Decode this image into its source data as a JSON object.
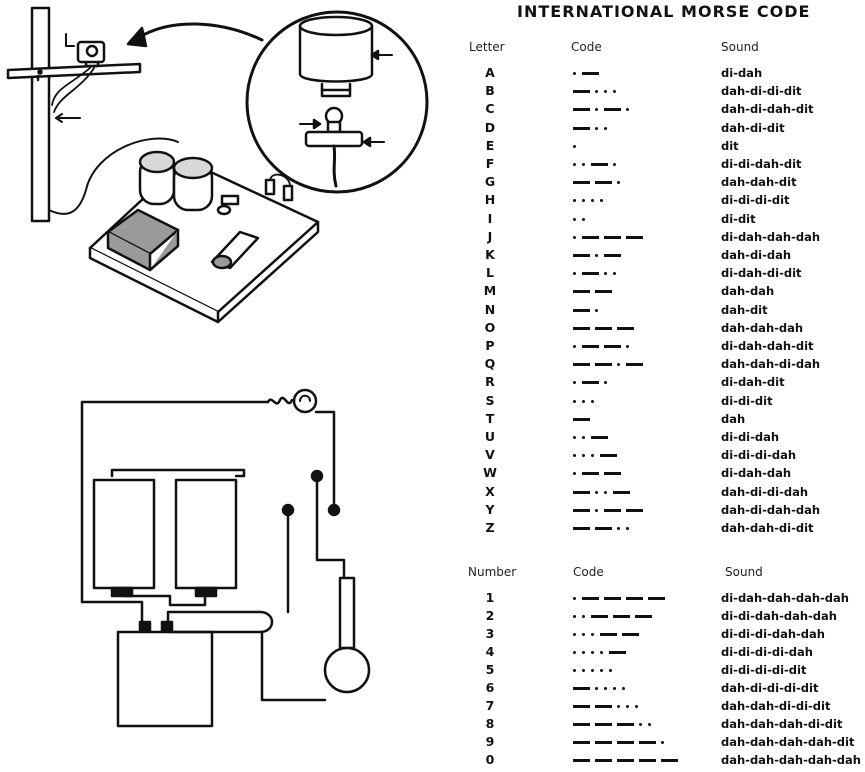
{
  "title": "INTERNATIONAL MORSE CODE",
  "letters": {
    "headers": {
      "symbol": "Letter",
      "code": "Code",
      "sound": "Sound"
    },
    "rows": [
      {
        "symbol": "A",
        "code": ".-",
        "sound": "di-dah"
      },
      {
        "symbol": "B",
        "code": "-...",
        "sound": "dah-di-di-dit"
      },
      {
        "symbol": "C",
        "code": "-.-.",
        "sound": "dah-di-dah-dit"
      },
      {
        "symbol": "D",
        "code": "-..",
        "sound": "dah-di-dit"
      },
      {
        "symbol": "E",
        "code": ".",
        "sound": "dit"
      },
      {
        "symbol": "F",
        "code": "..-.",
        "sound": "di-di-dah-dit"
      },
      {
        "symbol": "G",
        "code": "--.",
        "sound": "dah-dah-dit"
      },
      {
        "symbol": "H",
        "code": "....",
        "sound": "di-di-di-dit"
      },
      {
        "symbol": "I",
        "code": "..",
        "sound": "di-dit"
      },
      {
        "symbol": "J",
        "code": ".---",
        "sound": "di-dah-dah-dah"
      },
      {
        "symbol": "K",
        "code": "-.-",
        "sound": "dah-di-dah"
      },
      {
        "symbol": "L",
        "code": ".-..",
        "sound": "di-dah-di-dit"
      },
      {
        "symbol": "M",
        "code": "--",
        "sound": "dah-dah"
      },
      {
        "symbol": "N",
        "code": "-.",
        "sound": "dah-dit"
      },
      {
        "symbol": "O",
        "code": "---",
        "sound": "dah-dah-dah"
      },
      {
        "symbol": "P",
        "code": ".--.",
        "sound": "di-dah-dah-dit"
      },
      {
        "symbol": "Q",
        "code": "--.-",
        "sound": "dah-dah-di-dah"
      },
      {
        "symbol": "R",
        "code": ".-.",
        "sound": "di-dah-dit"
      },
      {
        "symbol": "S",
        "code": "...",
        "sound": "di-di-dit"
      },
      {
        "symbol": "T",
        "code": "-",
        "sound": "dah"
      },
      {
        "symbol": "U",
        "code": "..-",
        "sound": "di-di-dah"
      },
      {
        "symbol": "V",
        "code": "...-",
        "sound": "di-di-di-dah"
      },
      {
        "symbol": "W",
        "code": ".--",
        "sound": "di-dah-dah"
      },
      {
        "symbol": "X",
        "code": "-..-",
        "sound": "dah-di-di-dah"
      },
      {
        "symbol": "Y",
        "code": "-.--",
        "sound": "dah-di-dah-dah"
      },
      {
        "symbol": "Z",
        "code": "--..",
        "sound": "dah-dah-di-dit"
      }
    ]
  },
  "numbers": {
    "headers": {
      "symbol": "Number",
      "code": "Code",
      "sound": "Sound"
    },
    "rows": [
      {
        "symbol": "1",
        "code": ".----",
        "sound": "di-dah-dah-dah-dah"
      },
      {
        "symbol": "2",
        "code": "..---",
        "sound": "di-di-dah-dah-dah"
      },
      {
        "symbol": "3",
        "code": "...--",
        "sound": "di-di-di-dah-dah"
      },
      {
        "symbol": "4",
        "code": "....-",
        "sound": "di-di-di-di-dah"
      },
      {
        "symbol": "5",
        "code": ".....",
        "sound": "di-di-di-di-dit"
      },
      {
        "symbol": "6",
        "code": "-....",
        "sound": "dah-di-di-di-dit"
      },
      {
        "symbol": "7",
        "code": "--...",
        "sound": "dah-dah-di-di-dit"
      },
      {
        "symbol": "8",
        "code": "---..",
        "sound": "dah-dah-dah-di-dit"
      },
      {
        "symbol": "9",
        "code": "----.",
        "sound": "dah-dah-dah-dah-dit"
      },
      {
        "symbol": "0",
        "code": "-----",
        "sound": "dah-dah-dah-dah-dah"
      }
    ]
  },
  "colors": {
    "ink": "#111111",
    "paper": "#ffffff",
    "device_grey": "#9a9a9a"
  }
}
